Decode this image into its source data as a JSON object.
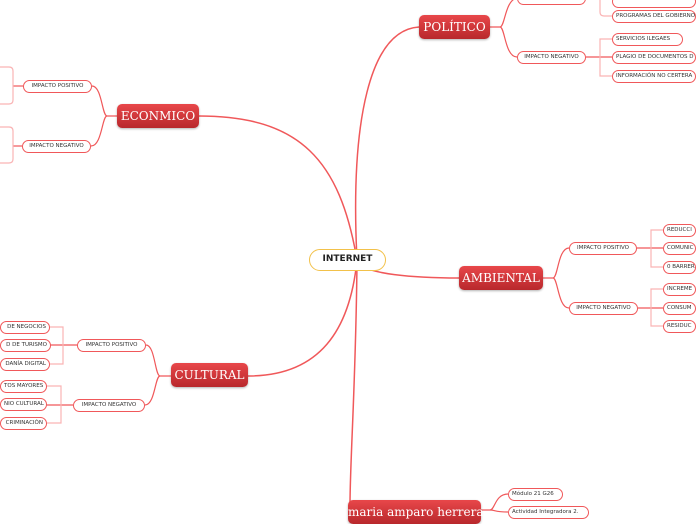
{
  "center": "INTERNET",
  "colors": {
    "branch": "#d93a3d",
    "line": "#f0585a",
    "leaf_line": "#f9b3b4",
    "center_border": "#f2c14a"
  },
  "branches": {
    "politico": {
      "label": "POLÍTICO",
      "negative": "IMPACTO NEGATIVO",
      "leaves_top": [
        "PROGRAMAS DEL GOBIERNO"
      ],
      "leaves_neg": [
        "SERVICIOS ILEGAES",
        "PLAGIO DE DOCUMENTOS D",
        "INFORMACIÓN NO CERTERA"
      ]
    },
    "economico": {
      "label": "ECONMICO",
      "positive": "IMPACTO POSITIVO",
      "negative": "IMPACTO NEGATIVO"
    },
    "ambiental": {
      "label": "AMBIENTAL",
      "positive": "IMPACTO POSITIVO",
      "negative": "IMPACTO NEGATIVO",
      "leaves_pos": [
        "REDUCCI",
        "COMUNIC",
        "0 BARRER"
      ],
      "leaves_neg": [
        "INCREME",
        "CONSUM",
        "RESIDUC"
      ]
    },
    "cultural": {
      "label": "CULTURAL",
      "positive": "IMPACTO POSITIVO",
      "negative": "IMPACTO NEGATIVO",
      "leaves_pos": [
        "DE NEGOCIOS",
        "D DE TURISMO",
        "DANÍA DIGITAL"
      ],
      "leaves_neg": [
        "TOS MAYORES",
        "NIO CULTURAL",
        "CRIMINACIÓN"
      ]
    },
    "author": {
      "label": "maria amparo herrera",
      "leaves": [
        "Módulo 21 G26",
        "Actividad Integradora 2."
      ]
    }
  }
}
